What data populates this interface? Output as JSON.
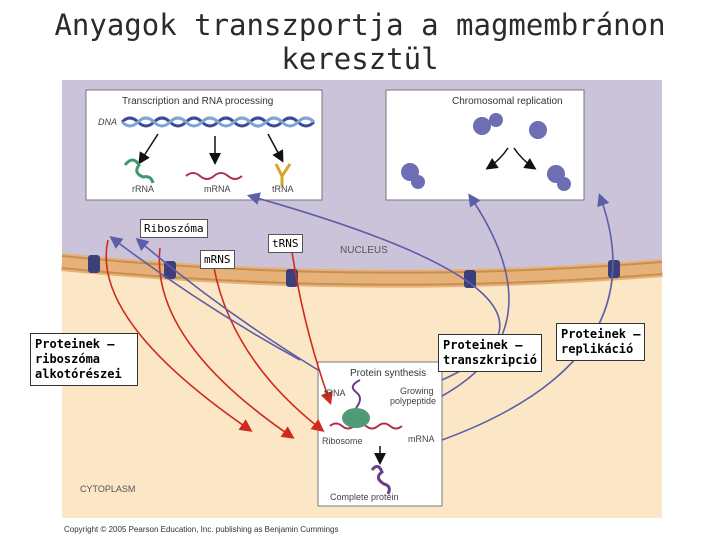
{
  "title": {
    "line1": "Anyagok transzportja a magmembránon",
    "line2": "keresztül"
  },
  "nucleus": {
    "label": "NUCLEUS"
  },
  "panels": {
    "transcription": {
      "caption": "Transcription and RNA processing",
      "dna": "DNA",
      "rrna": "rRNA",
      "mrna": "mRNA",
      "trna": "tRNA"
    },
    "replication": {
      "caption": "Chromosomal replication"
    },
    "synthesis": {
      "caption": "Protein synthesis",
      "trna": "tRNA",
      "growing": "Growing",
      "polypeptide": "polypeptide",
      "ribosome": "Ribosome",
      "mrna": "mRNA",
      "complete": "Complete protein"
    }
  },
  "labels": {
    "riboszoma": "Riboszóma",
    "mrns": "mRNS",
    "trns": "tRNS",
    "proteinek_riboszoma": [
      "Proteinek –",
      "riboszóma",
      "alkotórészei"
    ],
    "proteinek_transzkripcio": [
      "Proteinek –",
      "transzkripció"
    ],
    "proteinek_replikacio": [
      "Proteinek –",
      "replikáció"
    ]
  },
  "cytoplasm_label": "CYTOPLASM",
  "copyright": "Copyright © 2005 Pearson Education, Inc. publishing as Benjamin Cummings",
  "colors": {
    "nucleus": "#cbc3da",
    "cytoplasm": "#fbe7c5",
    "envelope": "#f3c98f",
    "pore": "#3b3f7a",
    "arrow_red": "#d02a1f",
    "arrow_blue": "#5c5fa8",
    "arrow_black": "#111111"
  }
}
